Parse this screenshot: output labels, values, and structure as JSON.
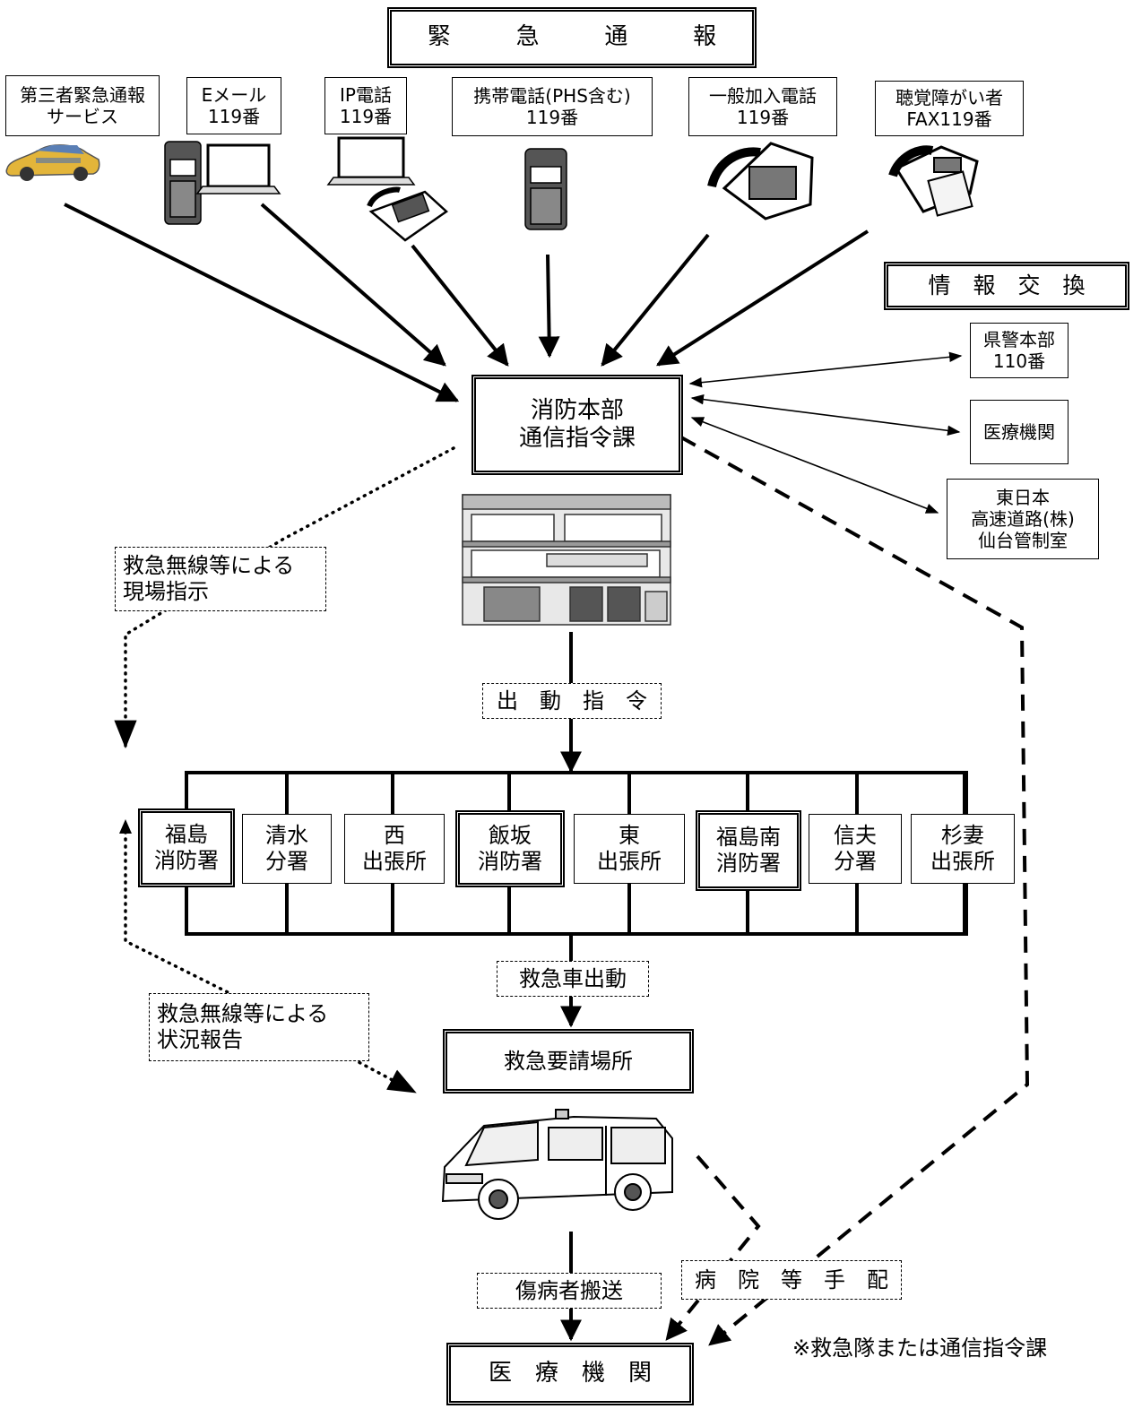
{
  "header": {
    "emergency_report": "緊　急　通　報",
    "info_exchange": "情　報　交　換"
  },
  "sources": [
    {
      "label": "第三者緊急通報\nサービス",
      "icon": "car-icon"
    },
    {
      "label": "Eメール\n119番",
      "icon": "phone-laptop-icon"
    },
    {
      "label": "IP電話\n119番",
      "icon": "laptop-desk-phone-icon"
    },
    {
      "label": "携帯電話(PHS含む)\n119番",
      "icon": "mobile-phone-icon"
    },
    {
      "label": "一般加入電話\n119番",
      "icon": "landline-phone-icon"
    },
    {
      "label": "聴覚障がい者\nFAX119番",
      "icon": "fax-icon"
    }
  ],
  "center": {
    "label": "消防本部\n通信指令課"
  },
  "partners": [
    "県警本部\n110番",
    "医療機関",
    "東日本\n高速道路(株)\n仙台管制室"
  ],
  "labels": {
    "radio_instruction": "救急無線等による\n現場指示",
    "dispatch_order": "出　動　指　令",
    "ambulance_dispatch": "救急車出動",
    "radio_report": "救急無線等による\n状況報告",
    "patient_transport": "傷病者搬送",
    "hospital_arrangement": "病　院　等　手　配",
    "note": "※救急隊または通信指令課"
  },
  "stations": [
    {
      "label": "福島\n消防署",
      "type": "main"
    },
    {
      "label": "清水\n分署",
      "type": "branch"
    },
    {
      "label": "西\n出張所",
      "type": "branch"
    },
    {
      "label": "飯坂\n消防署",
      "type": "main"
    },
    {
      "label": "東\n出張所",
      "type": "branch"
    },
    {
      "label": "福島南\n消防署",
      "type": "main"
    },
    {
      "label": "信夫\n分署",
      "type": "branch"
    },
    {
      "label": "杉妻\n出張所",
      "type": "branch"
    }
  ],
  "scene": {
    "label": "救急要請場所"
  },
  "hospital": {
    "label": "医　療　機　関"
  }
}
